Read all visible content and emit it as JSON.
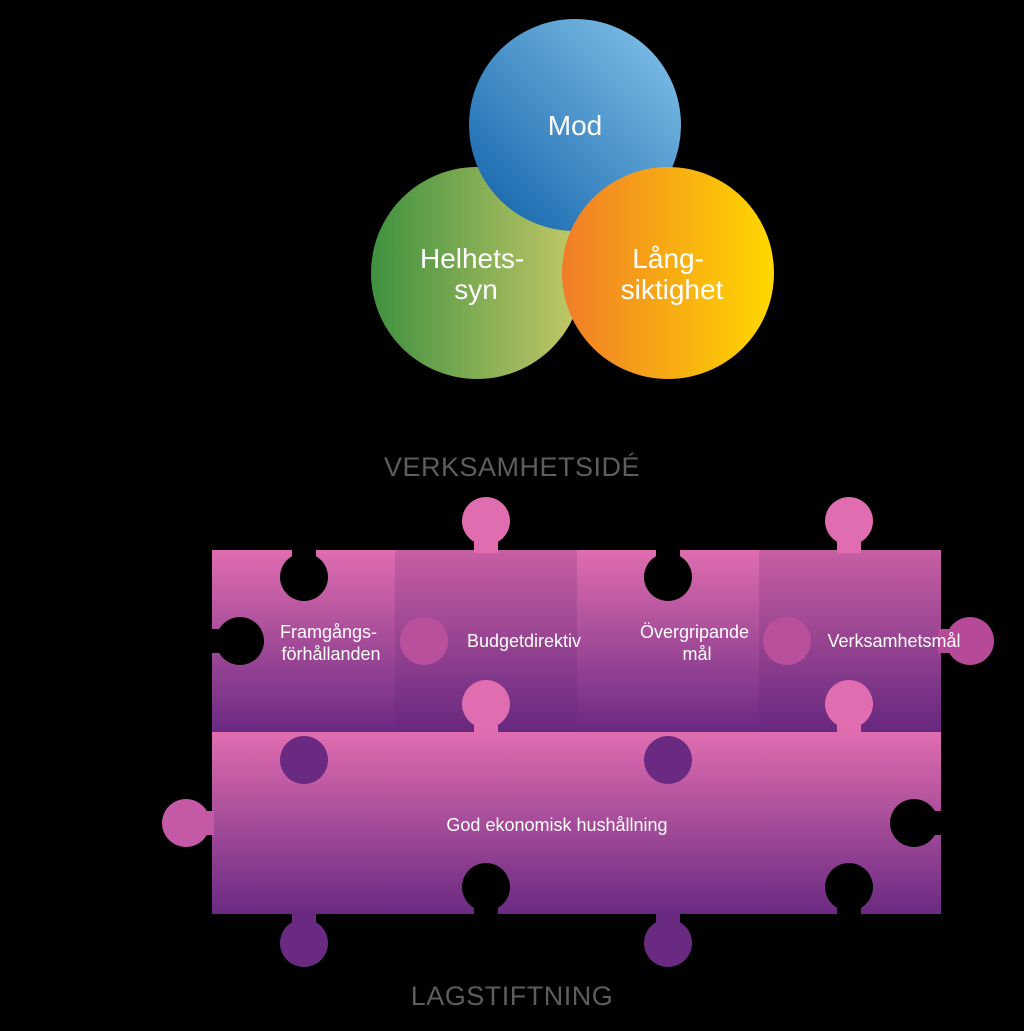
{
  "values_diagram": {
    "circles": {
      "mod": {
        "label": "Mod"
      },
      "helhetssyn": {
        "lines": [
          "Helhets-",
          "syn"
        ]
      },
      "langsiktighet": {
        "lines": [
          "Lång-",
          "siktighet"
        ]
      }
    },
    "colors": {
      "mod_start": "#0f5fa8",
      "mod_end": "#86c6ec",
      "helhetssyn_start": "#3f9140",
      "helhetssyn_end": "#c6c968",
      "langsiktighet_start": "#f07d28",
      "langsiktighet_end": "#ffd800"
    }
  },
  "section_labels": {
    "top": "VERKSAMHETSIDÉ",
    "bottom": "LAGSTIFTNING"
  },
  "puzzle": {
    "top_row": [
      {
        "lines": [
          "Framgångs-",
          "förhållanden"
        ]
      },
      {
        "lines": [
          "Budgetdirektiv"
        ]
      },
      {
        "lines": [
          "Övergripande",
          "mål"
        ]
      },
      {
        "lines": [
          "Verksamhetsmål"
        ]
      }
    ],
    "bottom_piece": {
      "label": "God ekonomisk hushållning"
    },
    "colors": {
      "light": "#e06db0",
      "dark": "#6a2a82"
    }
  }
}
